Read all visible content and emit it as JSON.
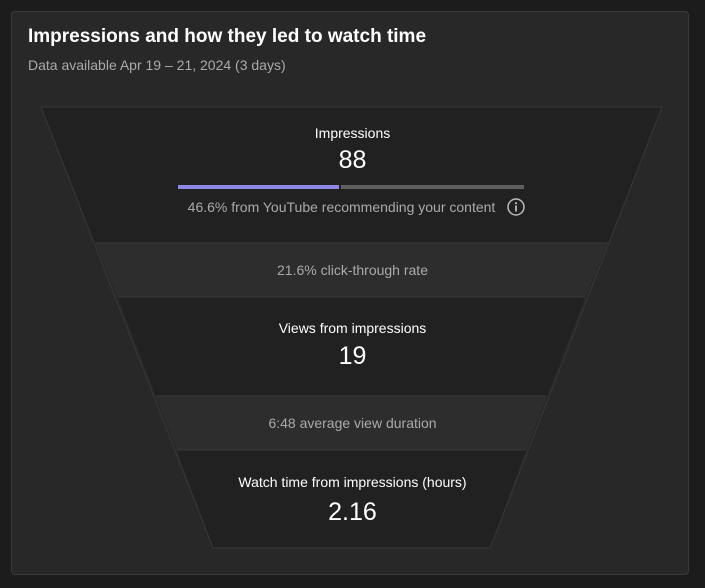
{
  "header": {
    "title": "Impressions and how they led to watch time",
    "subtitle": "Data available Apr 19 – 21, 2024 (3 days)"
  },
  "funnel": {
    "impressions": {
      "label": "Impressions",
      "value": "88",
      "recommended_fraction": 0.466,
      "recommended_text": "46.6% from YouTube recommending your content",
      "info_icon": "info-circle-icon"
    },
    "ctr_text": "21.6% click-through rate",
    "views": {
      "label": "Views from impressions",
      "value": "19"
    },
    "avg_duration_text": "6:48 average view duration",
    "watch_time": {
      "label": "Watch time from impressions (hours)",
      "value": "2.16"
    }
  },
  "colors": {
    "background": "#1c1c1c",
    "card": "#282828",
    "stage": "#212121",
    "connector": "#2d2d2d",
    "accent_bar": "#8d87e8",
    "bar_track": "#5e5e5e",
    "muted_text": "#aaaaaa"
  }
}
